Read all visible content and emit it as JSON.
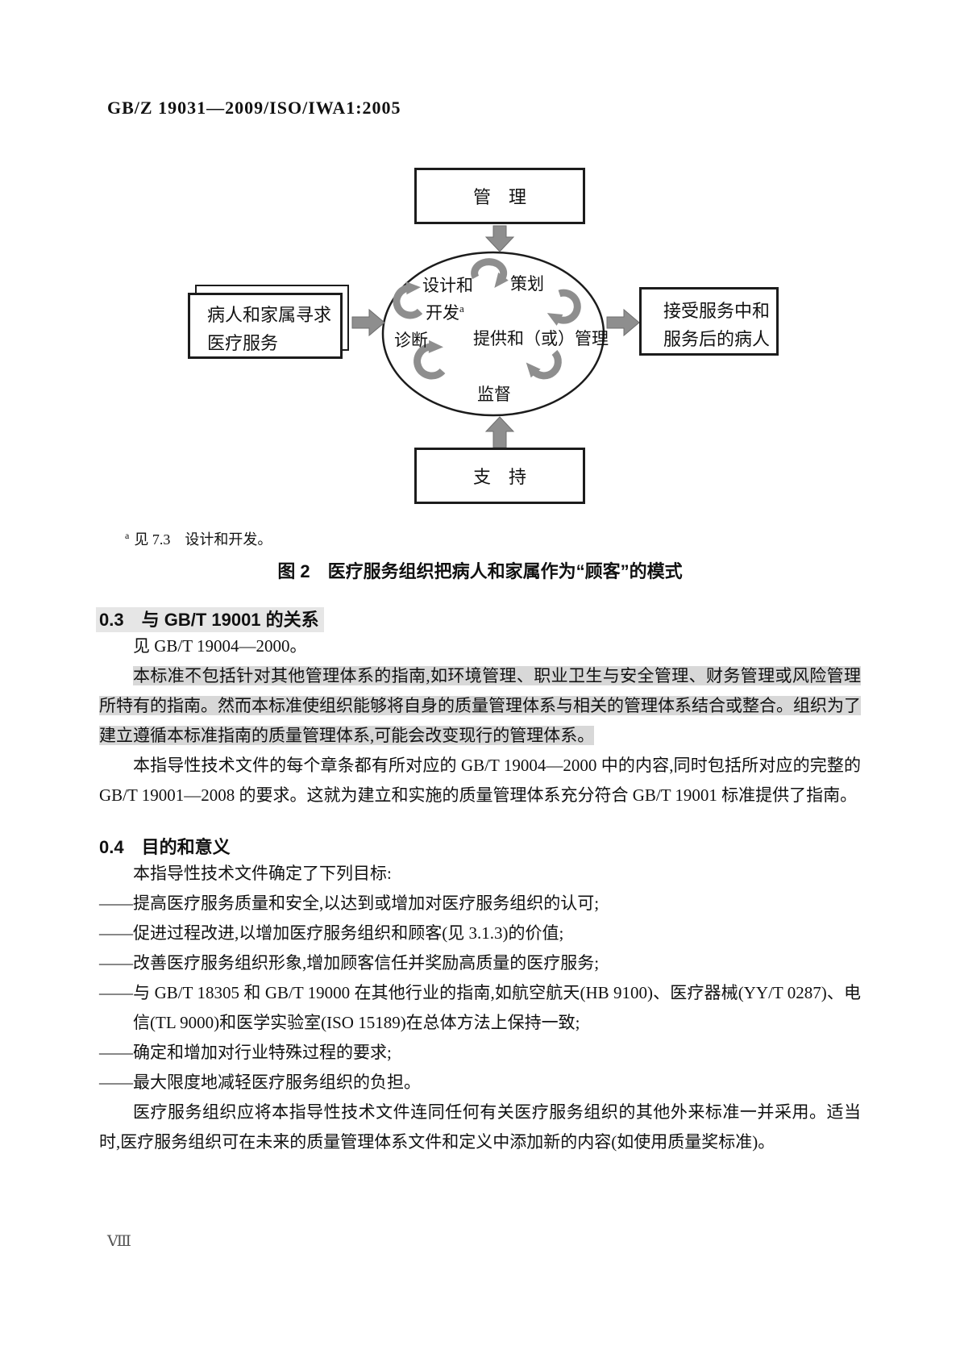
{
  "document": {
    "header": "GB/Z 19031—2009/ISO/IWA1:2005",
    "page_number": "Ⅷ"
  },
  "colors": {
    "paragraph_highlight": "#d8d8d8",
    "heading_highlight": "#e6e6e6",
    "arrow_gray": "#8e8e8e",
    "line_black": "#1c1c1c"
  },
  "figure": {
    "top_box": "管　理",
    "bottom_box": "支　持",
    "left_box": {
      "line1": "病人和家属寻求",
      "line2": "医疗服务"
    },
    "right_box": {
      "line1": "接受服务中和",
      "line2": "服务后的病人"
    },
    "ellipse": {
      "design_dev_line1": "设计和",
      "design_dev_line2": "开发",
      "design_dev_sup": "a",
      "planning": "策划",
      "diagnosis": "诊断",
      "provide_manage": "提供和（或）管理",
      "supervision": "监督"
    },
    "footnote": {
      "marker": "a",
      "text": "见 7.3　设计和开发。"
    },
    "caption": "图 2　医疗服务组织把病人和家属作为“顾客”的模式"
  },
  "section_0_3": {
    "number": "0.3",
    "title": "与 GB/T 19001 的关系",
    "para_1": "见 GB/T 19004—2000。",
    "para_2_highlighted": "本标准不包括针对其他管理体系的指南,如环境管理、职业卫生与安全管理、财务管理或风险管理所特有的指南。然而本标准使组织能够将自身的质量管理体系与相关的管理体系结合或整合。组织为了建立遵循本标准指南的质量管理体系,可能会改变现行的管理体系。",
    "para_3": "本指导性技术文件的每个章条都有所对应的 GB/T 19004—2000 中的内容,同时包括所对应的完整的 GB/T 19001—2008 的要求。这就为建立和实施的质量管理体系充分符合 GB/T 19001 标准提供了指南。"
  },
  "section_0_4": {
    "number": "0.4",
    "title": "目的和意义",
    "intro": "本指导性技术文件确定了下列目标:",
    "items": [
      "——提高医疗服务质量和安全,以达到或增加对医疗服务组织的认可;",
      "——促进过程改进,以增加医疗服务组织和顾客(见 3.1.3)的价值;",
      "——改善医疗服务组织形象,增加顾客信任并奖励高质量的医疗服务;",
      "——与 GB/T 18305 和 GB/T 19000 在其他行业的指南,如航空航天(HB 9100)、医疗器械(YY/T 0287)、电信(TL 9000)和医学实验室(ISO 15189)在总体方法上保持一致;",
      "——确定和增加对行业特殊过程的要求;",
      "——最大限度地减轻医疗服务组织的负担。"
    ],
    "closing": "医疗服务组织应将本指导性技术文件连同任何有关医疗服务组织的其他外来标准一并采用。适当时,医疗服务组织可在未来的质量管理体系文件和定义中添加新的内容(如使用质量奖标准)。"
  }
}
